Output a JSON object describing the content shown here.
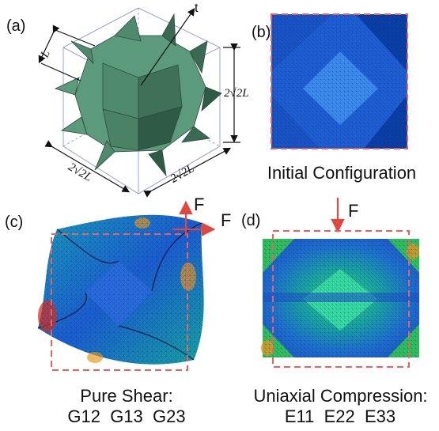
{
  "panels": {
    "a": {
      "letter": "(a)",
      "dim_L": "L",
      "dim_height": "2√2L",
      "dim_front": "2√2L",
      "dim_side": "2√2L",
      "axis": "t"
    },
    "b": {
      "letter": "(b)",
      "caption": "Initial Configuration"
    },
    "c": {
      "letter": "(c)",
      "force_up": "F",
      "force_right": "F",
      "caption_line1": "Pure Shear:",
      "caption_line2": "G12  G13  G23"
    },
    "d": {
      "letter": "(d)",
      "force_down": "F",
      "caption_line1": "Uniaxial Compression:",
      "caption_line2": "E11  E22  E33"
    }
  },
  "colors": {
    "polyhedron": "#4f8a6e",
    "mesh_blue": "#1f5fd6",
    "mesh_dark": "#0a3fa8",
    "mesh_light": "#3d8df0",
    "mesh_green": "#22c06a",
    "mesh_red": "#d93020",
    "dashed_box": "#e8635f",
    "arrow_red": "#e0473f"
  }
}
